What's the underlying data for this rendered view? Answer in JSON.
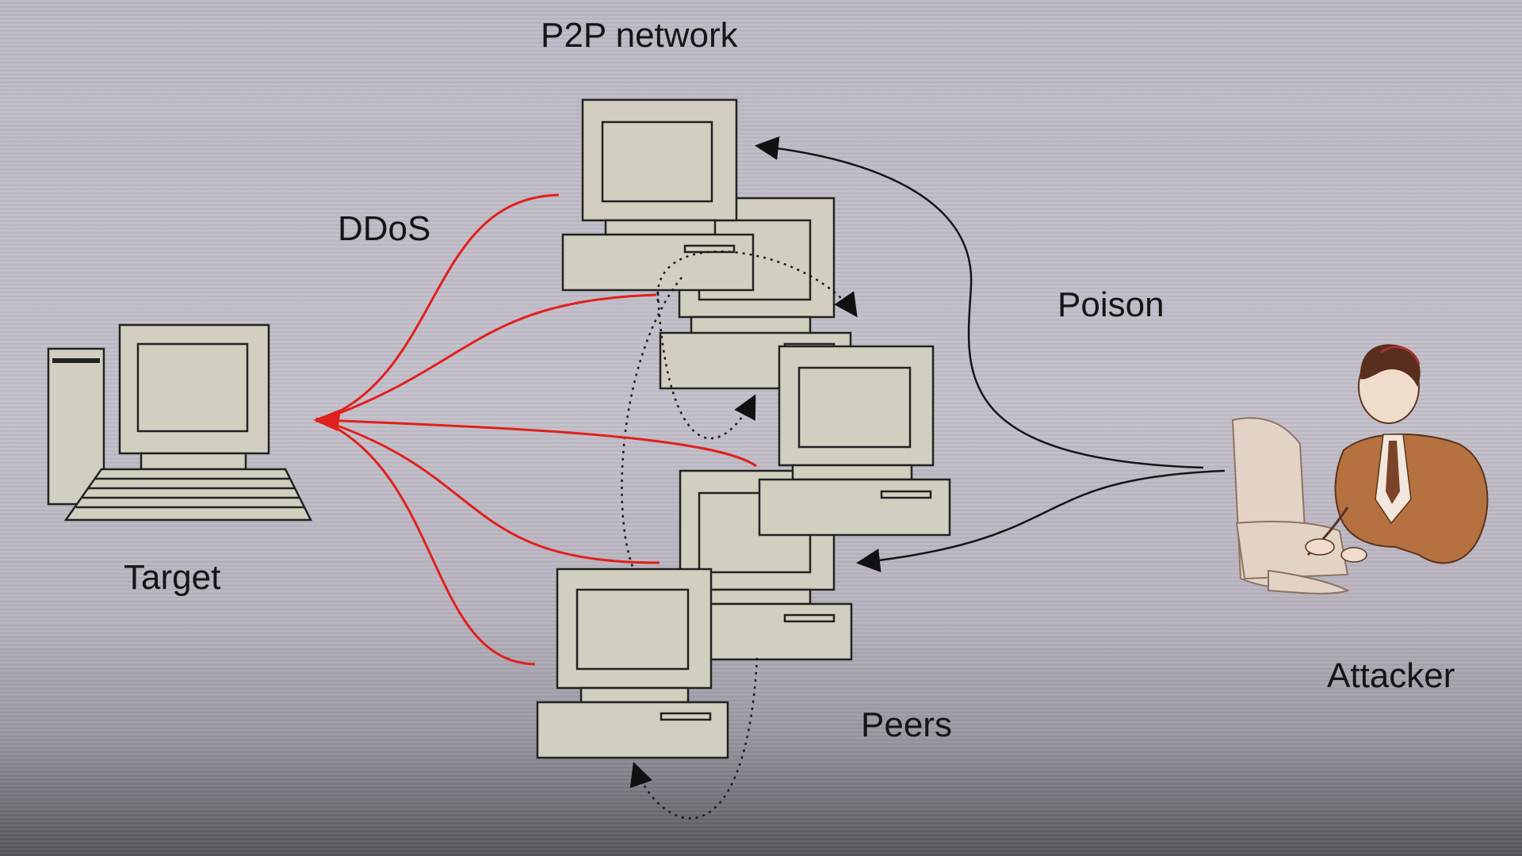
{
  "labels": {
    "title": "P2P network",
    "ddos": "DDoS",
    "poison": "Poison",
    "target": "Target",
    "attacker": "Attacker",
    "peers": "Peers"
  },
  "colors": {
    "ddos_arrow": "#e0201c",
    "poison_arrow": "#1a1a1a",
    "computer_fill": "#d3cfc0",
    "computer_stroke": "#222222",
    "attacker_skin": "#b5713f"
  },
  "icons": [
    "target-computer-icon",
    "peer-computer-icon",
    "attacker-person-icon"
  ]
}
